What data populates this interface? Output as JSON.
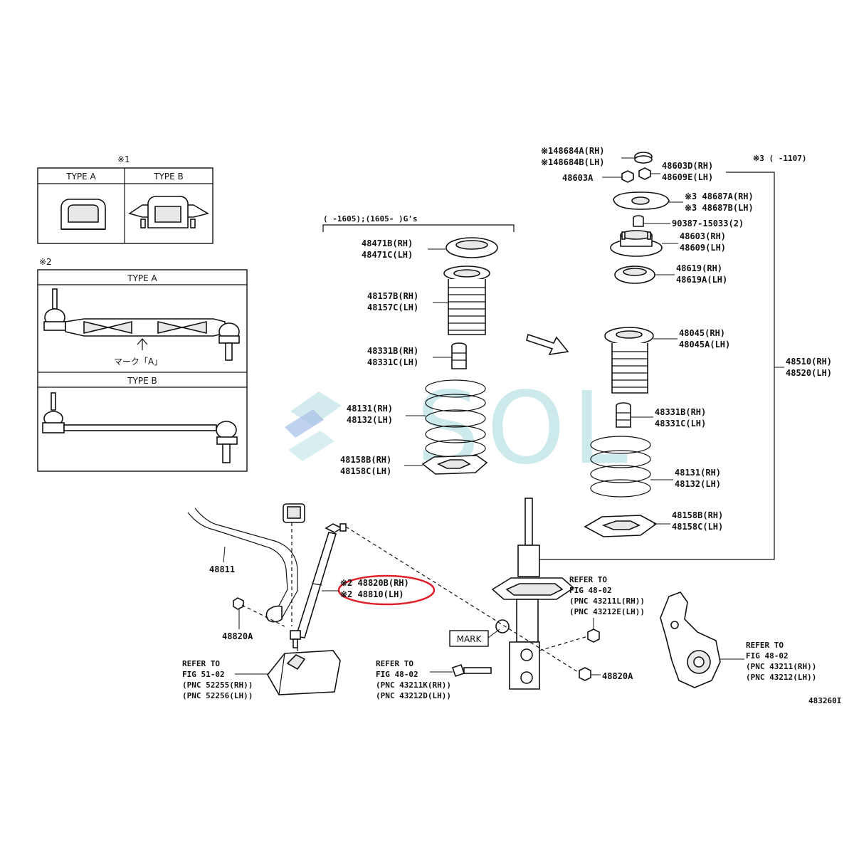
{
  "note1": {
    "mark": "※1",
    "type_a": "TYPE A",
    "type_b": "TYPE B"
  },
  "note2": {
    "mark": "※2",
    "type_a": "TYPE A",
    "type_b": "TYPE B",
    "mark_a": "マーク「A」"
  },
  "bracket_left": {
    "text": "(      -1605);(1605-       )G's"
  },
  "note3": {
    "text": "※3 (      -1107)"
  },
  "watermark": {
    "text": "SOL",
    "color": "#7fc8cf"
  },
  "highlight_color": "#e0202a",
  "labels": {
    "p148684a": "※148684A(RH)",
    "p148684b": "※148684B(LH)",
    "p48603a": "48603A",
    "p48603d": "48603D(RH)",
    "p48609e": "48609E(LH)",
    "p48687a": "※3 48687A(RH)",
    "p48687b": "※3 48687B(LH)",
    "p90387": "90387-15033(2)",
    "p48603": "48603(RH)",
    "p48609": "48609(LH)",
    "p48619": "48619(RH)",
    "p48619a": "48619A(LH)",
    "p48045": "48045(RH)",
    "p48045a": "48045A(LH)",
    "p48331b_r": "48331B(RH)",
    "p48331c_r": "48331C(LH)",
    "p48131_r": "48131(RH)",
    "p48132_r": "48132(LH)",
    "p48158b_r": "48158B(RH)",
    "p48158c_r": "48158C(LH)",
    "p48510": "48510(RH)",
    "p48520": "48520(LH)",
    "p48471b": "48471B(RH)",
    "p48471c": "48471C(LH)",
    "p48157b": "48157B(RH)",
    "p48157c": "48157C(LH)",
    "p48331b": "48331B(RH)",
    "p48331c": "48331C(LH)",
    "p48131": "48131(RH)",
    "p48132": "48132(LH)",
    "p48158b": "48158B(RH)",
    "p48158c": "48158C(LH)",
    "p48811": "48811",
    "p48820b": "※2 48820B(RH)",
    "p48810": "※2 48810(LH)",
    "p48820a_l": "48820A",
    "p48820a_r": "48820A",
    "mark": "MARK",
    "ref1_a": "REFER TO",
    "ref1_b": "FIG 51-02",
    "ref1_c": "(PNC 52255(RH))",
    "ref1_d": "(PNC 52256(LH))",
    "ref2_a": "REFER TO",
    "ref2_b": "FIG 48-02",
    "ref2_c": "(PNC 43211K(RH))",
    "ref2_d": "(PNC 43212D(LH))",
    "ref3_a": "REFER TO",
    "ref3_b": "FIG 48-02",
    "ref3_c": "(PNC 43211L(RH))",
    "ref3_d": "(PNC 43212E(LH))",
    "ref4_a": "REFER TO",
    "ref4_b": "FIG 48-02",
    "ref4_c": "(PNC 43211(RH))",
    "ref4_d": "(PNC 43212(LH))",
    "figno": "483260I"
  }
}
